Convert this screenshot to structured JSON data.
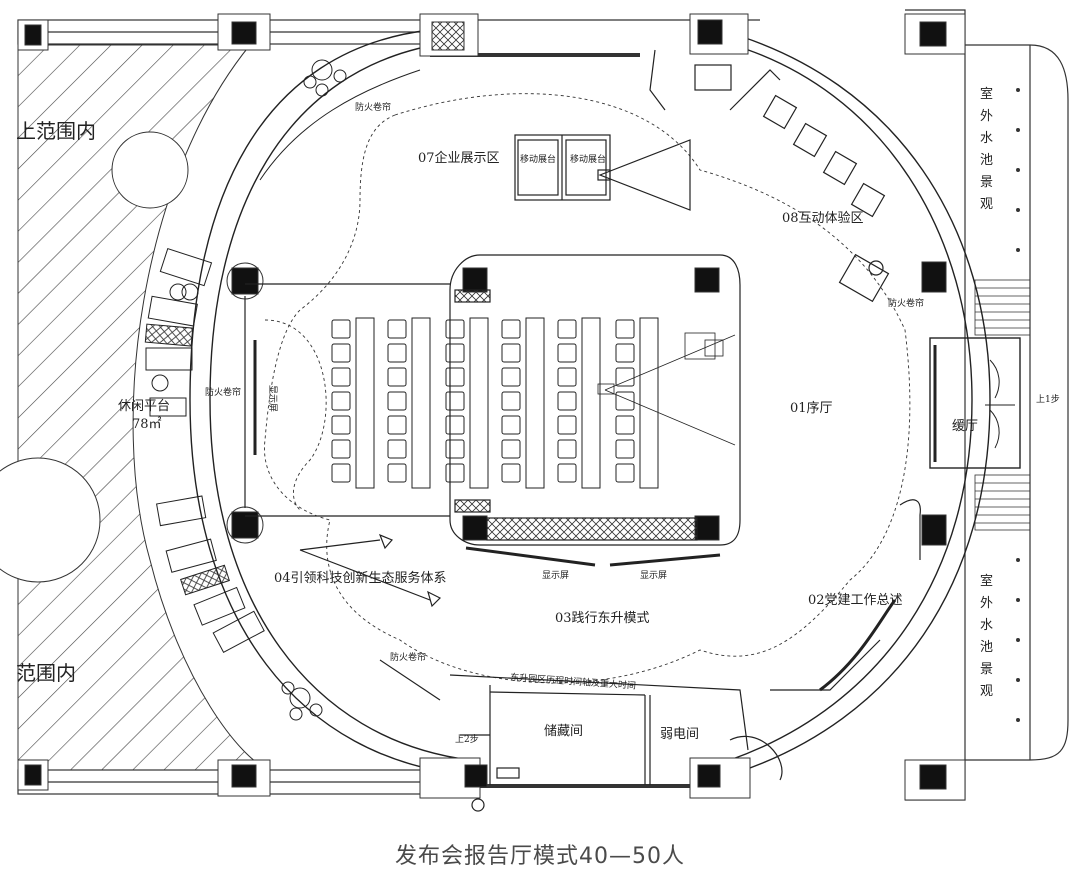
{
  "caption": "发布会报告厅模式40—50人",
  "labels": {
    "zone_01": "01序厅",
    "zone_02": "02党建工作总述",
    "zone_03": "03践行东升模式",
    "zone_04": "04引领科技创新生态服务体系",
    "zone_07": "07企业展示区",
    "zone_08": "08互动体验区",
    "lobby": "缓厅",
    "storage": "储藏间",
    "electrical": "弱电间",
    "lounge": "休闲平台",
    "lounge_area": "78㎡",
    "mobile_1": "移动展台",
    "mobile_2": "移动展台",
    "outer_pool_top": "室外水池景观",
    "outer_pool_bottom": "室外水池景观",
    "left_upper": "上范围内",
    "left_lower": "范围内",
    "up_step": "上1步",
    "up_step_2": "上2步",
    "timeline": "东升园区历程时间轴及重大时间",
    "fire_door_1": "防火卷帘",
    "fire_door_2": "防火卷帘",
    "fire_door_3": "防火卷帘",
    "fire_door_4": "防火卷帘",
    "screen": "显示屏",
    "screen2": "显示屏",
    "led": "显示屏"
  }
}
